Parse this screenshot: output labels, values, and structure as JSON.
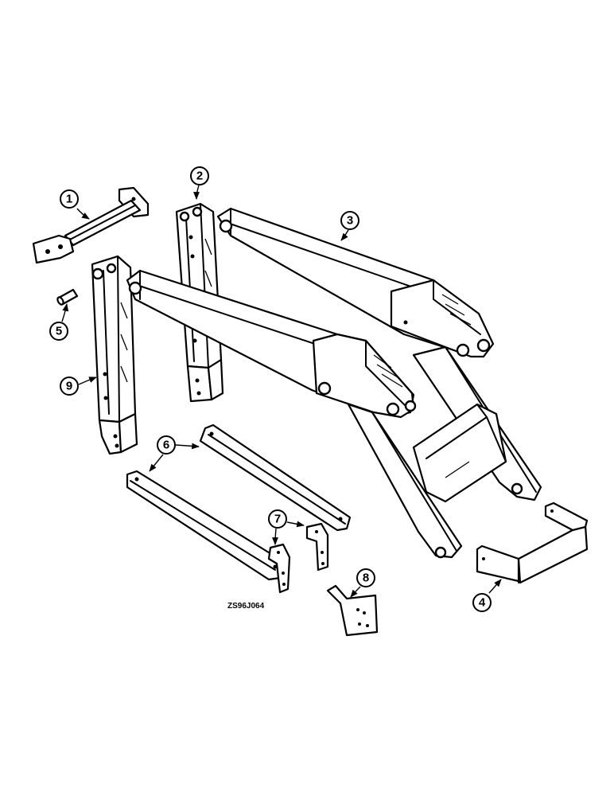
{
  "callouts": [
    {
      "id": "1",
      "label": "1"
    },
    {
      "id": "2",
      "label": "2"
    },
    {
      "id": "3",
      "label": "3"
    },
    {
      "id": "4",
      "label": "4"
    },
    {
      "id": "5",
      "label": "5"
    },
    {
      "id": "6",
      "label": "6"
    },
    {
      "id": "7",
      "label": "7"
    },
    {
      "id": "8",
      "label": "8"
    },
    {
      "id": "9",
      "label": "9"
    }
  ],
  "figure_code": "ZS96J064"
}
